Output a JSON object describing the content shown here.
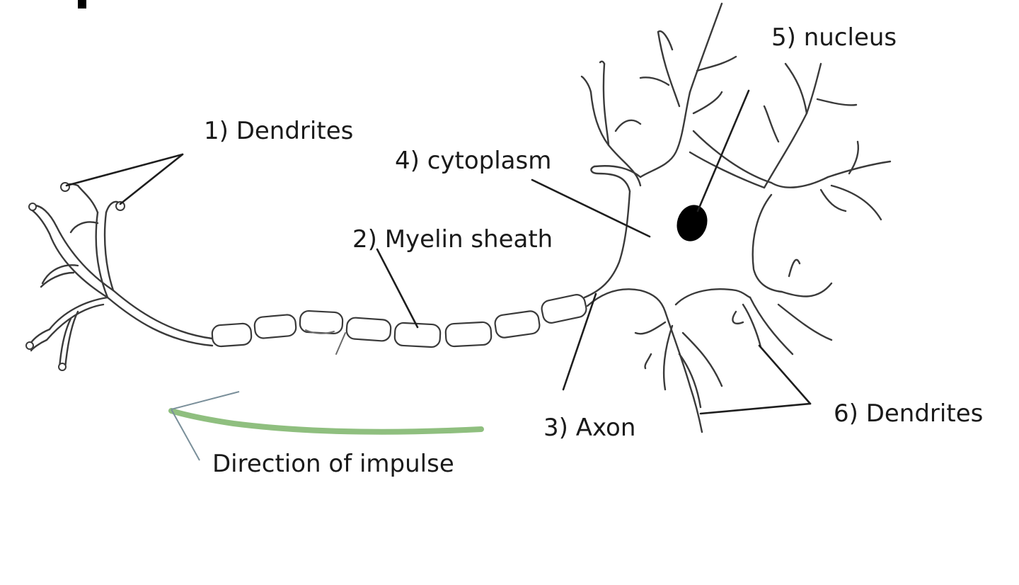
{
  "labels": {
    "dendrites_1": "1) Dendrites",
    "myelin": "2) Myelin sheath",
    "axon": "3) Axon",
    "cytoplasm": "4) cytoplasm",
    "nucleus": "5) nucleus",
    "dendrites_6": "6) Dendrites",
    "direction": "Direction of impulse"
  },
  "colors": {
    "arrow": "#8fbf7f",
    "line": "#1e1e1e",
    "text": "#1a1a1a",
    "nucleus": "#000000",
    "background": "#ffffff"
  }
}
